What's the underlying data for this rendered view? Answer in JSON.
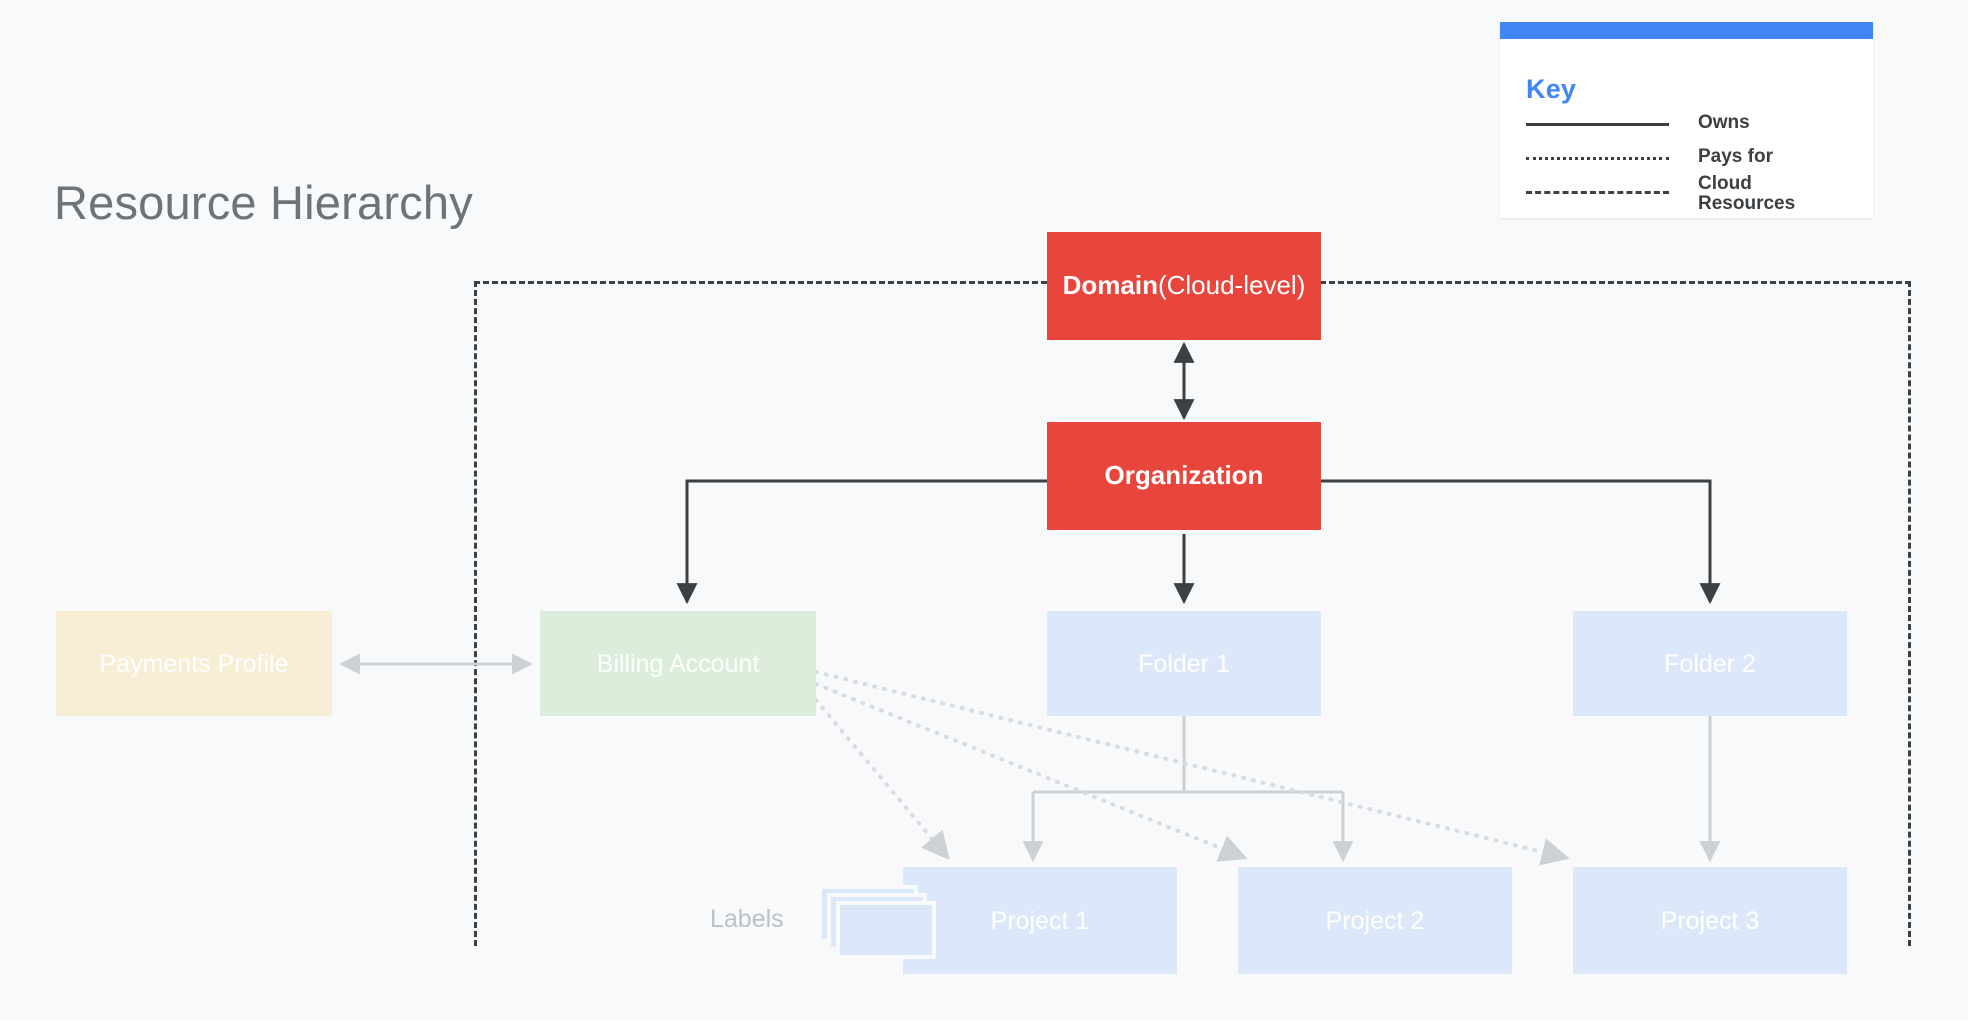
{
  "page": {
    "title": "Resource Hierarchy",
    "background_color": "#F7F9FA"
  },
  "key": {
    "title": "Key",
    "accent_color": "#4285F4",
    "rows": [
      {
        "line_style": "solid",
        "label": "Owns"
      },
      {
        "line_style": "dotted",
        "label": "Pays for"
      },
      {
        "line_style": "dashed",
        "label": "Cloud\nResources"
      }
    ]
  },
  "nodes": {
    "domain": {
      "label": "Domain",
      "sublabel": " (Cloud-level)",
      "color": "#E8453C"
    },
    "organization": {
      "label": "Organization",
      "color": "#E8453C"
    },
    "payments": {
      "label": "Payments Profile",
      "color": "#F8EED5"
    },
    "billing": {
      "label": "Billing Account",
      "color": "#DCEDDB"
    },
    "folder1": {
      "label": "Folder 1",
      "color": "#DCE7F9"
    },
    "folder2": {
      "label": "Folder 2",
      "color": "#DCE7F9"
    },
    "project1": {
      "label": "Project 1",
      "color": "#DCE7F9"
    },
    "project2": {
      "label": "Project 2",
      "color": "#DCE7F9"
    },
    "project3": {
      "label": "Project 3",
      "color": "#DCE7F9"
    },
    "labels": {
      "label": "Labels",
      "icon": "stacked-cards-icon"
    }
  },
  "chart_data": {
    "type": "diagram",
    "title": "Resource Hierarchy",
    "nodes": [
      {
        "id": "domain",
        "label": "Domain (Cloud-level)",
        "tier": 0,
        "fill": "#E8453C"
      },
      {
        "id": "organization",
        "label": "Organization",
        "tier": 1,
        "fill": "#E8453C"
      },
      {
        "id": "payments",
        "label": "Payments Profile",
        "tier": 2,
        "fill": "#F8EED5"
      },
      {
        "id": "billing",
        "label": "Billing Account",
        "tier": 2,
        "fill": "#DCEDDB"
      },
      {
        "id": "folder1",
        "label": "Folder 1",
        "tier": 2,
        "fill": "#DCE7F9"
      },
      {
        "id": "folder2",
        "label": "Folder 2",
        "tier": 2,
        "fill": "#DCE7F9"
      },
      {
        "id": "project1",
        "label": "Project 1",
        "tier": 3,
        "fill": "#DCE7F9"
      },
      {
        "id": "project2",
        "label": "Project 2",
        "tier": 3,
        "fill": "#DCE7F9"
      },
      {
        "id": "project3",
        "label": "Project 3",
        "tier": 3,
        "fill": "#DCE7F9"
      }
    ],
    "edges": [
      {
        "from": "domain",
        "to": "organization",
        "style": "solid",
        "arrows": "both",
        "relation": "Owns"
      },
      {
        "from": "organization",
        "to": "billing",
        "style": "solid",
        "arrows": "end",
        "relation": "Owns"
      },
      {
        "from": "organization",
        "to": "folder1",
        "style": "solid",
        "arrows": "end",
        "relation": "Owns"
      },
      {
        "from": "organization",
        "to": "folder2",
        "style": "solid",
        "arrows": "end",
        "relation": "Owns"
      },
      {
        "from": "payments",
        "to": "billing",
        "style": "solid",
        "arrows": "both",
        "relation": "Owns"
      },
      {
        "from": "folder1",
        "to": "project1",
        "style": "solid",
        "arrows": "end",
        "relation": "Owns"
      },
      {
        "from": "folder1",
        "to": "project2",
        "style": "solid",
        "arrows": "end",
        "relation": "Owns"
      },
      {
        "from": "folder2",
        "to": "project3",
        "style": "solid",
        "arrows": "end",
        "relation": "Owns"
      },
      {
        "from": "billing",
        "to": "project1",
        "style": "dotted",
        "arrows": "end",
        "relation": "Pays for"
      },
      {
        "from": "billing",
        "to": "project2",
        "style": "dotted",
        "arrows": "end",
        "relation": "Pays for"
      },
      {
        "from": "billing",
        "to": "project3",
        "style": "dotted",
        "arrows": "end",
        "relation": "Pays for"
      }
    ],
    "regions": [
      {
        "id": "cloud-resources",
        "label": "Cloud Resources",
        "style": "dashed",
        "contains": [
          "domain",
          "organization",
          "billing",
          "folder1",
          "folder2",
          "project1",
          "project2",
          "project3"
        ]
      }
    ]
  }
}
